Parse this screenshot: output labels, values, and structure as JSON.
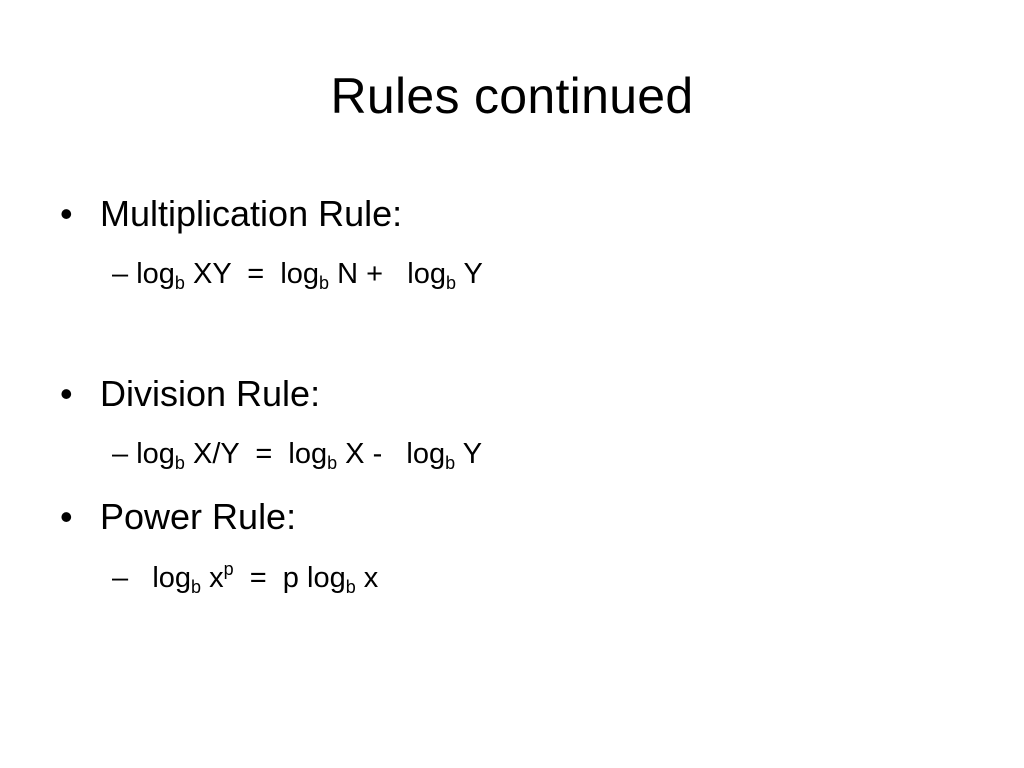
{
  "slide": {
    "title": "Rules continued",
    "bullet_glyph": "•",
    "dash_glyph": "–",
    "rules": [
      {
        "label": "Multiplication Rule:",
        "formula": {
          "log": "log",
          "base": "b",
          "lhs_arg": "XY",
          "eq": "=",
          "term1_arg": "N",
          "op": "+",
          "term2_arg": "Y"
        }
      },
      {
        "label": "Division Rule:",
        "formula": {
          "log": "log",
          "base": "b",
          "lhs_arg": "X/Y",
          "eq": "=",
          "term1_arg": "X",
          "op": "-",
          "term2_arg": "Y"
        }
      },
      {
        "label": "Power Rule:",
        "formula": {
          "log": "log",
          "base": "b",
          "lhs_arg": "x",
          "exponent": "p",
          "eq": "=",
          "coef": "p",
          "rhs_arg": "x"
        }
      }
    ]
  }
}
